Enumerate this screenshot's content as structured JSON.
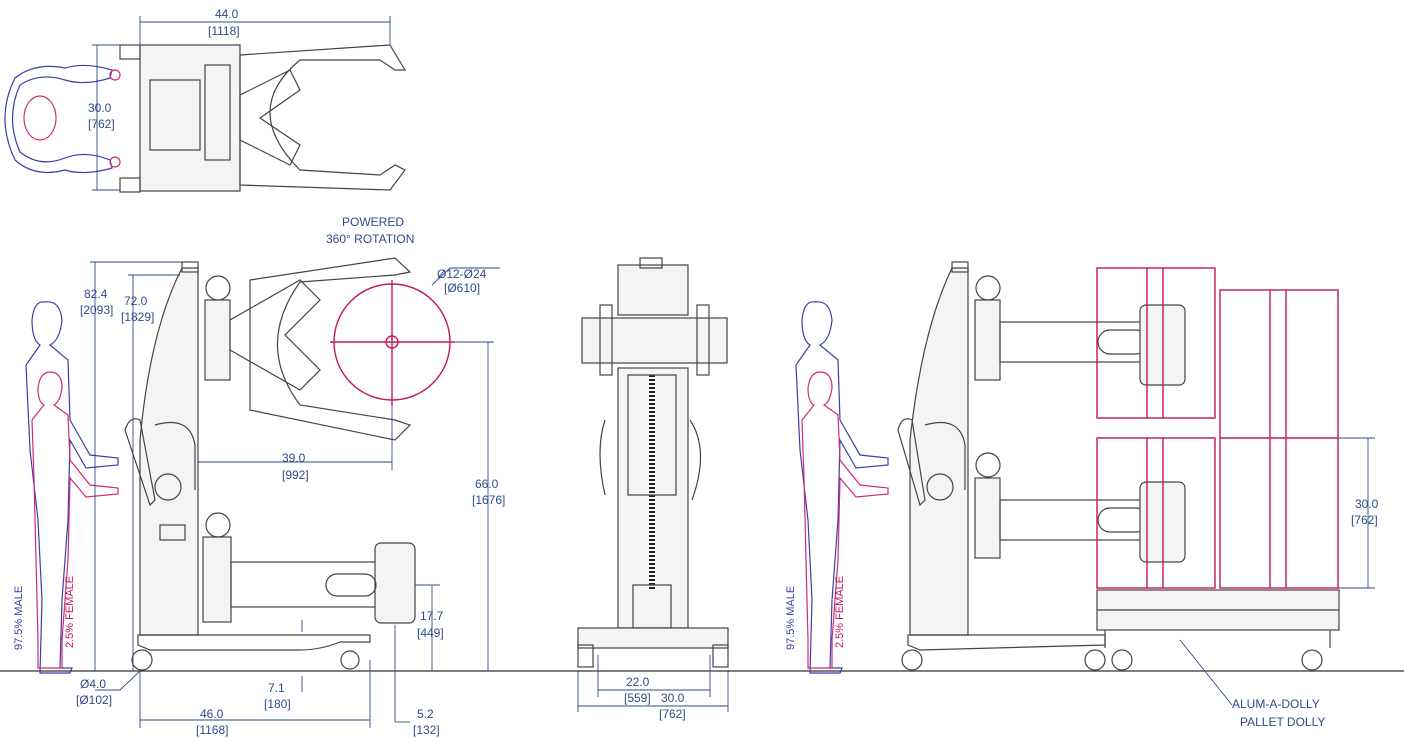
{
  "top_view": {
    "width_dim": "44.0",
    "width_dim_mm": "[1118]",
    "depth_dim": "30.0",
    "depth_dim_mm": "[762]"
  },
  "side_view": {
    "rotation_note_line1": "POWERED",
    "rotation_note_line2": "360° ROTATION",
    "height_overall": "82.4",
    "height_overall_mm": "[2093]",
    "height_arm": "72.0",
    "height_arm_mm": "[1829]",
    "roll_diameter": "Ø12-Ø24",
    "roll_diameter_mm": "[Ø610]",
    "reach_dim": "39.0",
    "reach_dim_mm": "[992]",
    "max_height": "66.0",
    "max_height_mm": "[1676]",
    "low_height": "17.7",
    "low_height_mm": "[449]",
    "wheel_dia": "Ø4.0",
    "wheel_dia_mm": "[Ø102]",
    "ground_clear": "7.1",
    "ground_clear_mm": "[180]",
    "base_length": "46.0",
    "base_length_mm": "[1168]",
    "toe_dim": "5.2",
    "toe_dim_mm": "[132]",
    "male_label": "97.5% MALE",
    "female_label": "2.5% FEMALE"
  },
  "front_view": {
    "inner_width": "22.0",
    "inner_width_mm": "[559]",
    "outer_width": "30.0",
    "outer_width_mm": "[762]"
  },
  "dolly_view": {
    "box_height": "30.0",
    "box_height_mm": "[762]",
    "male_label": "97.5% MALE",
    "female_label": "2.5% FEMALE",
    "dolly_line1": "ALUM-A-DOLLY",
    "dolly_line2": "PALLET DOLLY"
  },
  "colors": {
    "dimension": "#2f4a8a",
    "magenta": "#c2185b",
    "machine": "#444444"
  }
}
